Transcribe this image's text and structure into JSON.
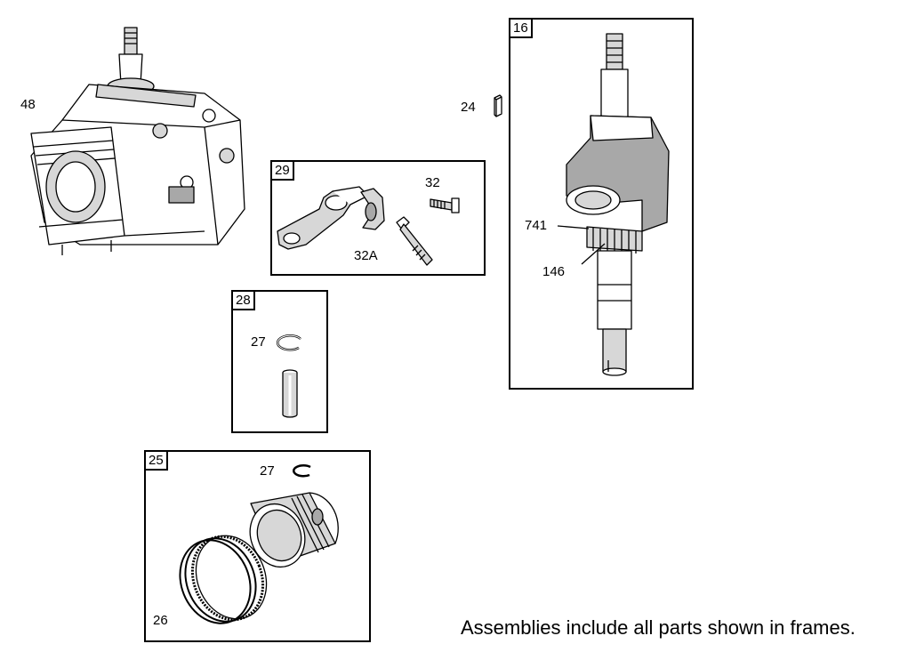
{
  "callouts": {
    "block": "48",
    "key": "24",
    "connecting_rod_screw": "32",
    "connecting_rod_bolt": "32A",
    "wrist_pin_lock": "27",
    "piston_lock": "27",
    "ring_set": "26",
    "timing_gear_key": "741",
    "timing_gear": "146"
  },
  "frames": {
    "crankshaft": "16",
    "connecting_rod": "29",
    "wrist_pin": "28",
    "piston": "25"
  },
  "note": "Assemblies include all parts shown in frames."
}
